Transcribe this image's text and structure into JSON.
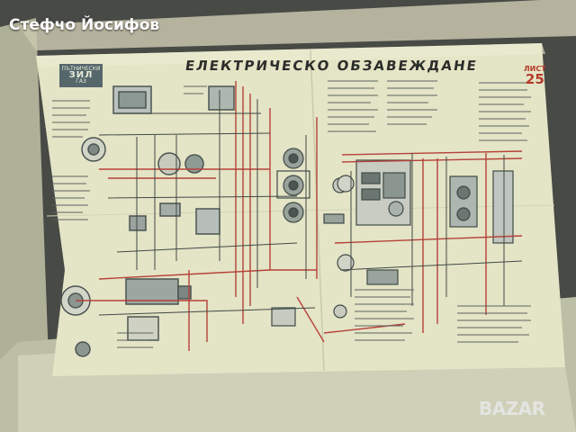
{
  "overlay": {
    "seller": "Стефчо Йосифов",
    "watermark": "BAZAR"
  },
  "poster": {
    "title": "ЕЛЕКТРИЧЕСКО ОБЗАВЕЖДАНЕ",
    "sheet_label": "ЛИСТ",
    "sheet_number": "25",
    "logo_top": "ПЪТНИЧЕСКИ",
    "logo_main": "ЗИЛ",
    "logo_sub": "ГАЗ"
  },
  "colors": {
    "paper": "#e4e4c6",
    "wire_red": "#b5413a",
    "wire_dark": "#3f4a46",
    "background": "#4a4d48"
  }
}
